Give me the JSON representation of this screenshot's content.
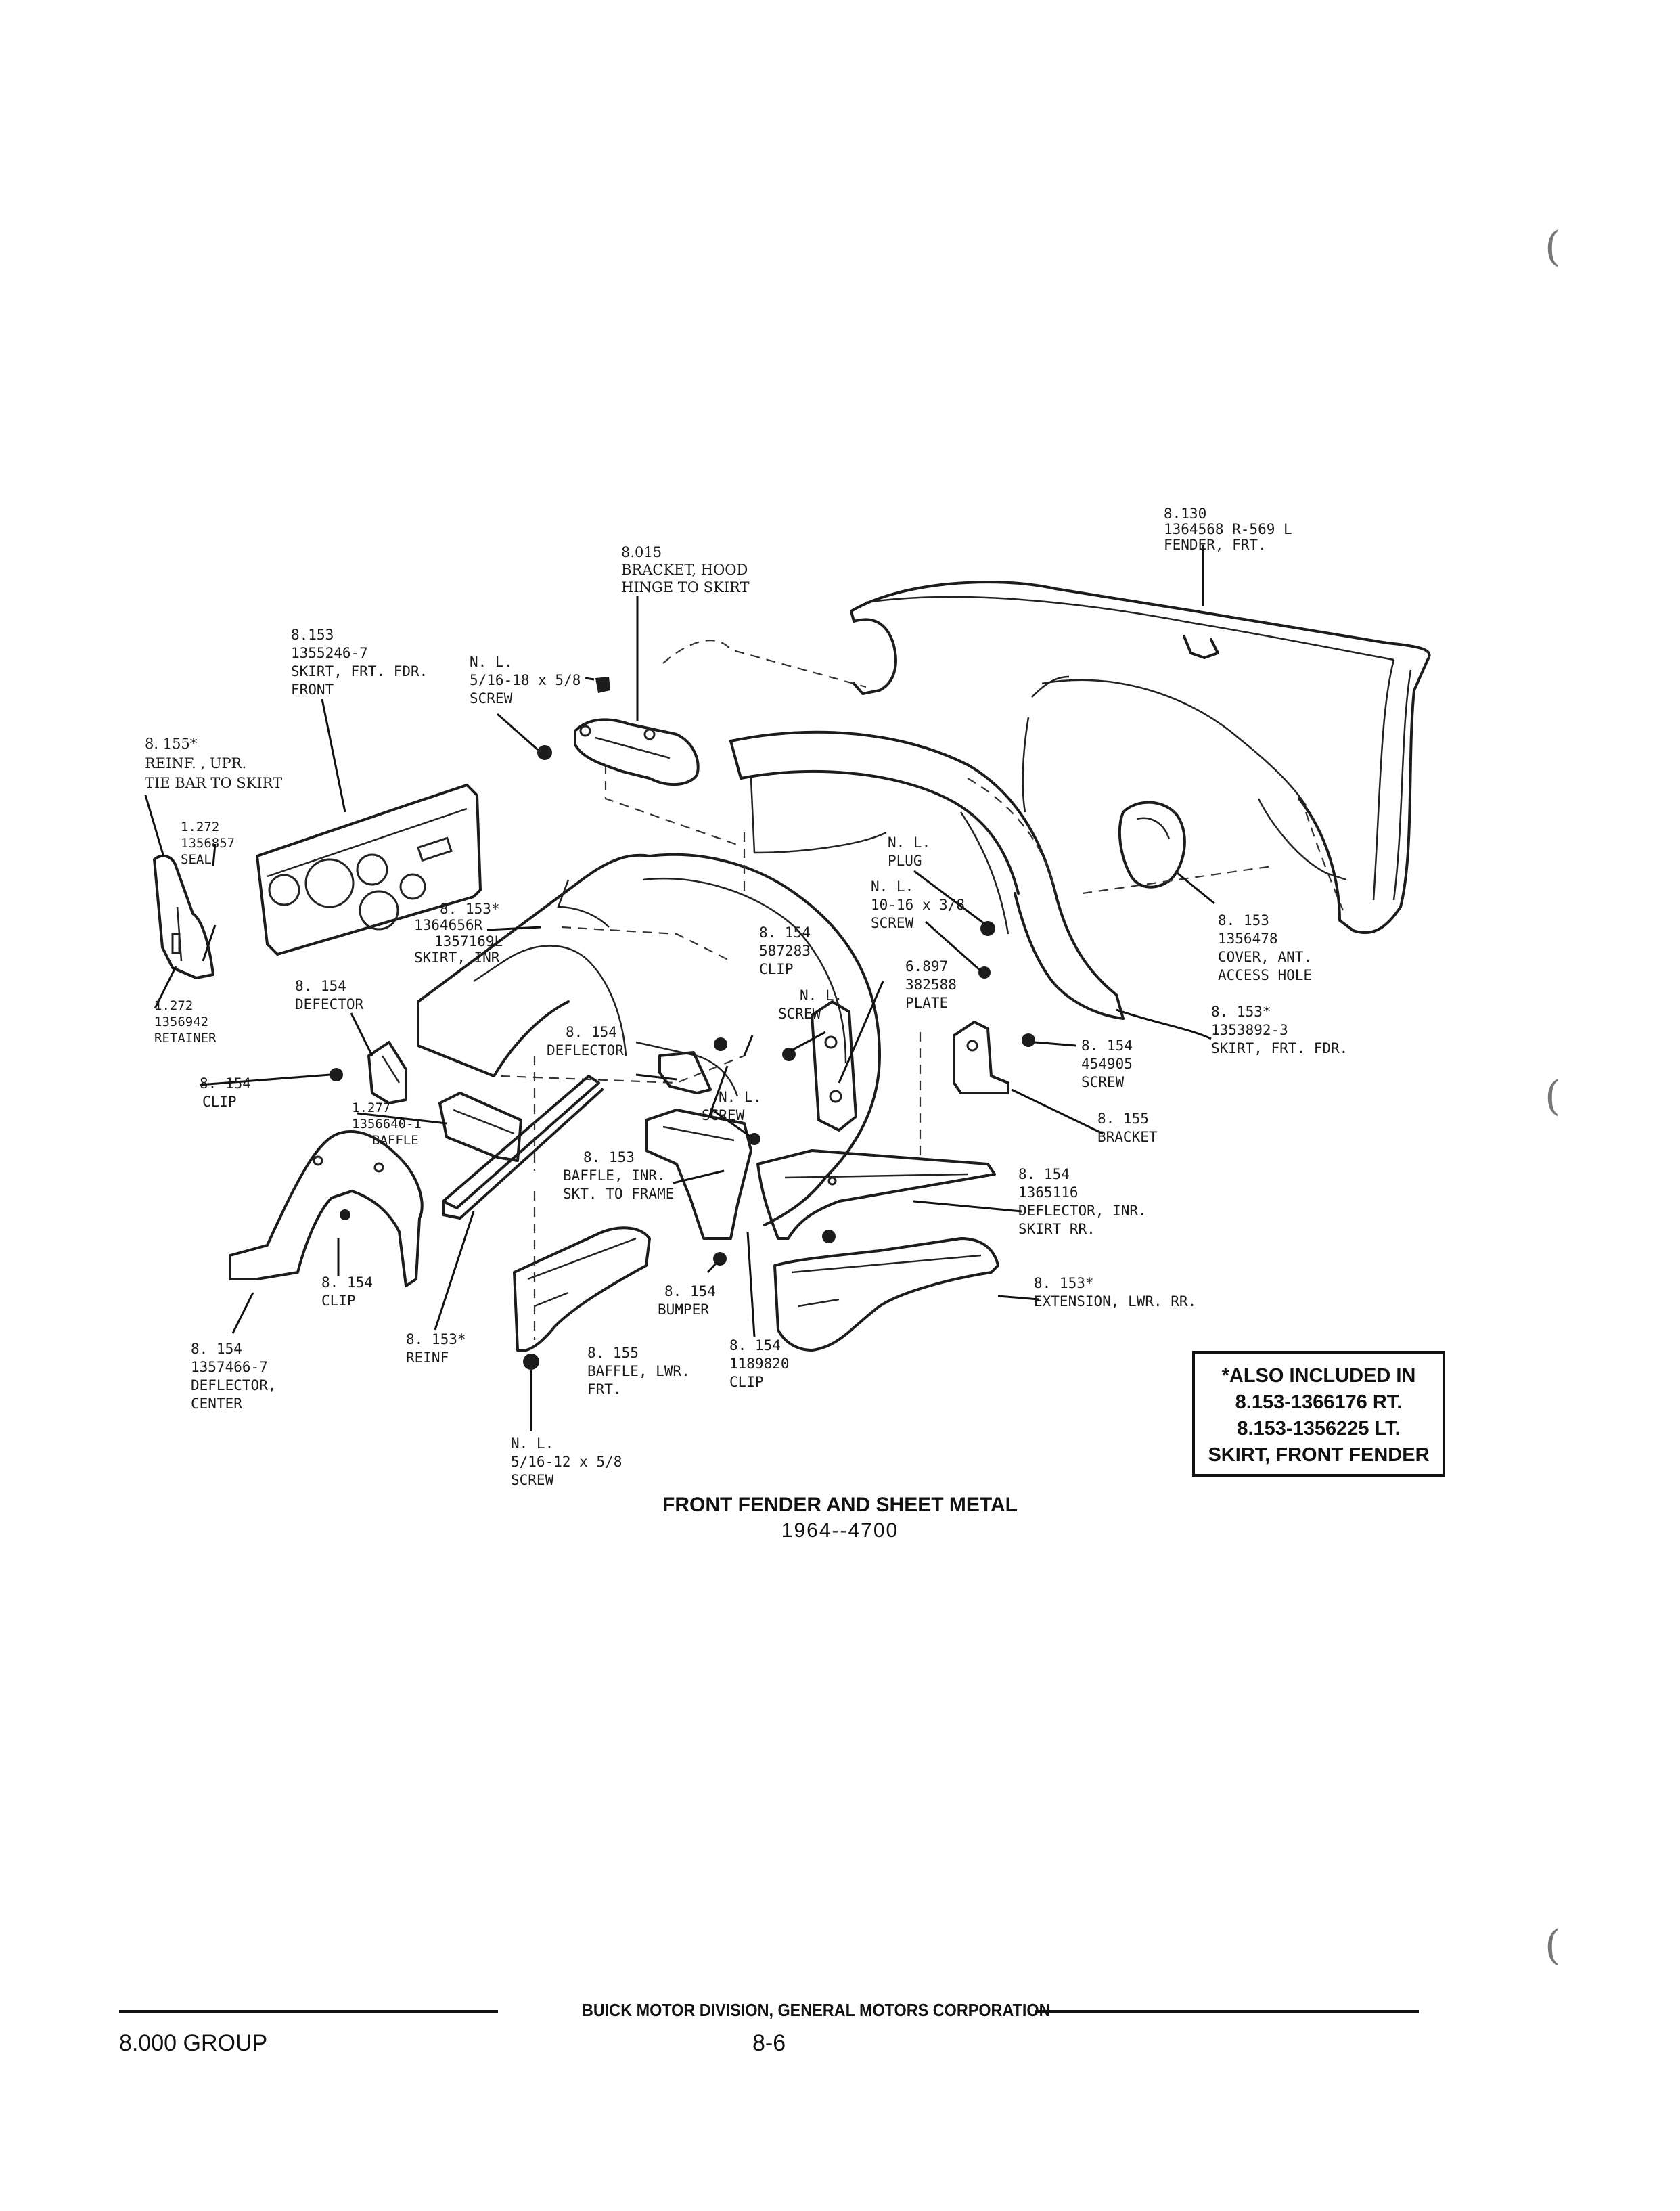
{
  "callouts": {
    "fender": [
      "8.130",
      "1364568 R-569 L",
      "FENDER, FRT."
    ],
    "bracket_hood": [
      "8.015",
      "BRACKET, HOOD",
      "HINGE TO SKIRT"
    ],
    "skirt_front": [
      "8.153",
      "1355246-7",
      "SKIRT, FRT. FDR.",
      "FRONT"
    ],
    "screw_5_16_18": [
      "N. L.",
      "5/16-18 x 5/8",
      "SCREW"
    ],
    "reinf_upr": [
      "8. 155*",
      "REINF. , UPR.",
      "TIE BAR TO SKIRT"
    ],
    "seal": [
      "1.272",
      "1356857",
      "SEAL"
    ],
    "retainer": [
      "1.272",
      "1356942",
      "RETAINER"
    ],
    "skirt_inr": [
      "8. 153*",
      "1364656R",
      "1357169L",
      "SKIRT, INR."
    ],
    "defector_left": [
      "8. 154",
      "DEFECTOR"
    ],
    "clip_left": [
      "8. 154",
      "CLIP"
    ],
    "baffle_277": [
      "1.277",
      "1356640-1",
      "BAFFLE"
    ],
    "deflector_center": [
      "8. 154",
      "1357466-7",
      "DEFLECTOR,",
      "CENTER"
    ],
    "clip_lower": [
      "8. 154",
      "CLIP"
    ],
    "reinf_lower": [
      "8. 153*",
      "REINF"
    ],
    "baffle_inr": [
      "8. 153",
      "BAFFLE, INR.",
      "SKT. TO FRAME"
    ],
    "deflector_mid": [
      "8. 154",
      "DEFLECTOR"
    ],
    "screw_mid": [
      "N. L.",
      "SCREW"
    ],
    "baffle_lwr": [
      "8. 155",
      "BAFFLE, LWR.",
      "FRT."
    ],
    "screw_5_16_12": [
      "N. L.",
      "5/16-12 x 5/8",
      "SCREW"
    ],
    "bumper": [
      "8. 154",
      "BUMPER"
    ],
    "clip_1189820": [
      "8. 154",
      "1189820",
      "CLIP"
    ],
    "clip_587283": [
      "8. 154",
      "587283",
      "CLIP"
    ],
    "screw_nl_plate": [
      "N. L.",
      "SCREW"
    ],
    "plate": [
      "6.897",
      "382588",
      "PLATE"
    ],
    "plug": [
      "N. L.",
      "PLUG"
    ],
    "screw_10_16": [
      "N. L.",
      "10-16 x 3/8",
      "SCREW"
    ],
    "cover_ant": [
      "8. 153",
      "1356478",
      "COVER, ANT.",
      "ACCESS HOLE"
    ],
    "skirt_frt_fdr": [
      "8. 153*",
      "1353892-3",
      "SKIRT, FRT. FDR."
    ],
    "screw_454905": [
      "8. 154",
      "454905",
      "SCREW"
    ],
    "bracket_155": [
      "8. 155",
      "BRACKET"
    ],
    "deflector_inr_rr": [
      "8. 154",
      "1365116",
      "DEFLECTOR, INR.",
      "SKIRT RR."
    ],
    "extension_lwr": [
      "8. 153*",
      "EXTENSION, LWR. RR."
    ]
  },
  "note": [
    "*ALSO INCLUDED IN",
    "8.153-1366176 RT.",
    "8.153-1356225 LT.",
    "SKIRT, FRONT FENDER"
  ],
  "caption": {
    "title": "FRONT FENDER AND SHEET METAL",
    "subtitle": "1964--4700"
  },
  "footer": {
    "corporation": "BUICK MOTOR DIVISION, GENERAL MOTORS CORPORATION",
    "group": "8.000 GROUP",
    "page": "8-6"
  }
}
